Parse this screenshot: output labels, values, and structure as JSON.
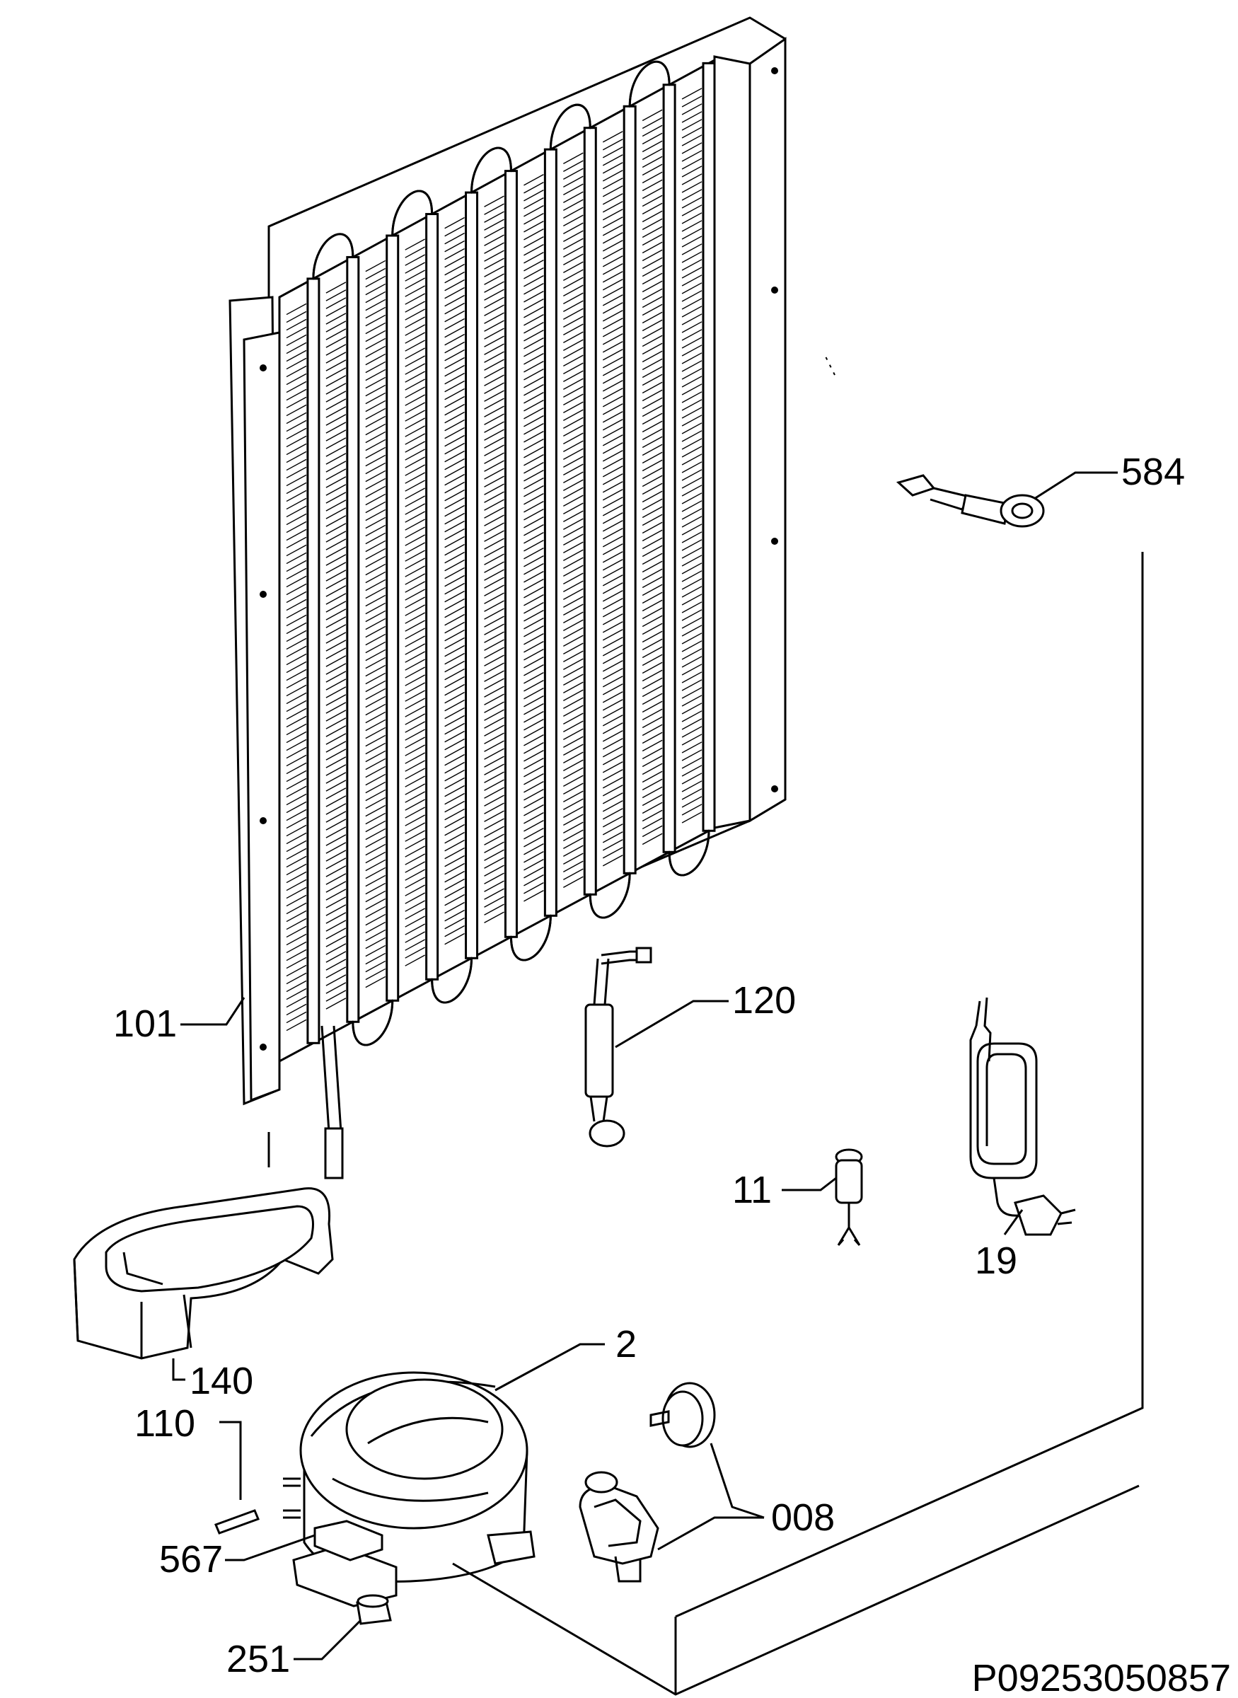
{
  "drawing_code": "P09253050857",
  "parts": [
    {
      "id": "part-584",
      "label": "584",
      "description": ""
    },
    {
      "id": "part-101",
      "label": "101",
      "description": ""
    },
    {
      "id": "part-120",
      "label": "120",
      "description": ""
    },
    {
      "id": "part-11",
      "label": "11",
      "description": ""
    },
    {
      "id": "part-19",
      "label": "19",
      "description": ""
    },
    {
      "id": "part-2",
      "label": "2",
      "description": ""
    },
    {
      "id": "part-140",
      "label": "140",
      "description": ""
    },
    {
      "id": "part-110",
      "label": "110",
      "description": ""
    },
    {
      "id": "part-008",
      "label": "008",
      "description": ""
    },
    {
      "id": "part-567",
      "label": "567",
      "description": ""
    },
    {
      "id": "part-251",
      "label": "251",
      "description": ""
    }
  ]
}
